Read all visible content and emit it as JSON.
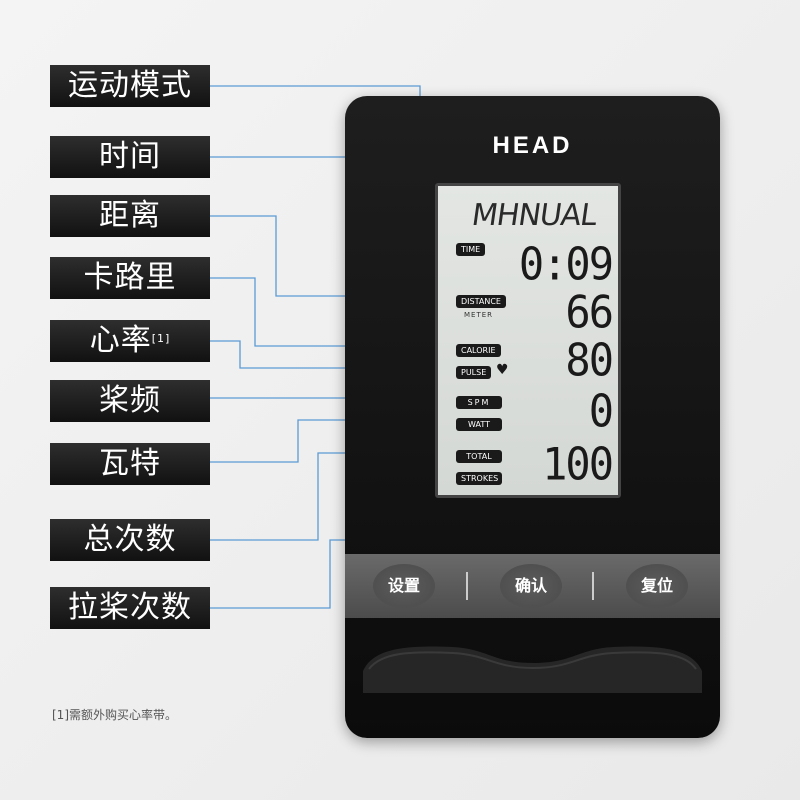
{
  "labels": [
    {
      "text": "运动模式"
    },
    {
      "text": "时间"
    },
    {
      "text": "距离"
    },
    {
      "text": "卡路里"
    },
    {
      "text": "心率",
      "note": "[1]"
    },
    {
      "text": "桨频"
    },
    {
      "text": "瓦特"
    },
    {
      "text": "总次数"
    },
    {
      "text": "拉桨次数"
    }
  ],
  "device": {
    "brand": "HEAD",
    "lcd": {
      "mode": "MHNUAL",
      "tags": {
        "time": "TIME",
        "distance": "DISTANCE",
        "meter": "METER",
        "calorie": "CALORIE",
        "pulse": "PULSE",
        "spm": "SPM",
        "watt": "WATT",
        "total": "TOTAL",
        "strokes": "STROKES"
      },
      "values": {
        "time": "0:09",
        "distance": "66",
        "calorie": "80",
        "watt": "0",
        "total": "100"
      },
      "heart_icon": "heart-icon"
    },
    "buttons": {
      "set": "设置",
      "confirm": "确认",
      "reset": "复位"
    }
  },
  "footnote": "[1]需额外购买心率带。",
  "colors": {
    "leader_line": "#5b9bd5",
    "label_bg": "#1c1c1c",
    "device_bg": "#121212",
    "lcd_bg": "#dcdfdc"
  }
}
